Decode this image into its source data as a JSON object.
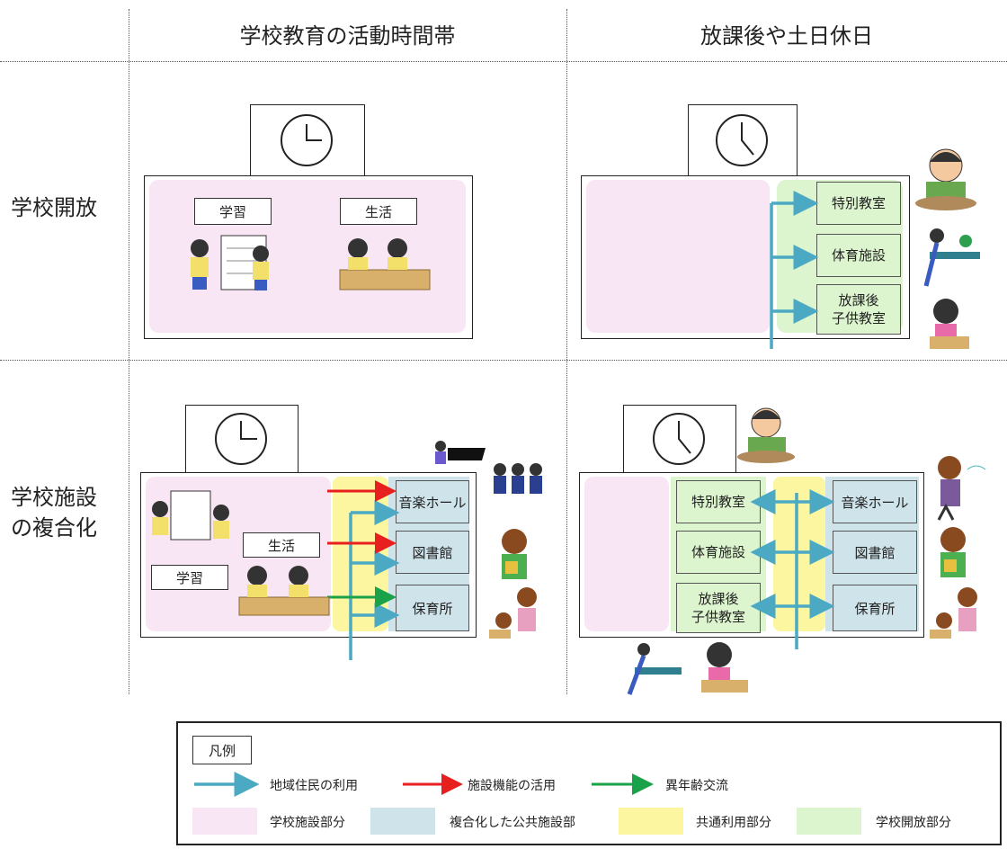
{
  "headers": {
    "school_hours": "学校教育の活動時間帯",
    "after_school": "放課後や土日休日"
  },
  "rows": {
    "open": "学校開放",
    "complex_line1": "学校施設",
    "complex_line2": "の複合化"
  },
  "labels": {
    "study": "学習",
    "life": "生活",
    "special_classroom": "特別教室",
    "sports_facility": "体育施設",
    "after_school_line1": "放課後",
    "after_school_line2": "子供教室",
    "music_hall": "音楽ホール",
    "library": "図書館",
    "nursery": "保育所"
  },
  "legend": {
    "title": "凡例",
    "arrow_local": "地域住民の利用",
    "arrow_facility": "施設機能の活用",
    "arrow_intergen": "異年齢交流",
    "zone_school": "学校施設部分",
    "zone_public": "複合化した公共施設部",
    "zone_common": "共通利用部分",
    "zone_open": "学校開放部分"
  },
  "colors": {
    "arrow_local": "#4ba9c4",
    "arrow_facility": "#e81f1f",
    "arrow_intergen": "#1aa24a",
    "zone_school": "#f8e6f5",
    "zone_public": "#cfe3ea",
    "zone_common": "#fbf69f",
    "zone_open": "#ddf5cf"
  },
  "icons": [
    "clock-icon",
    "children-study-illustration",
    "children-lunch-illustration",
    "pottery-person-illustration",
    "table-tennis-illustration",
    "reading-child-illustration",
    "pianist-illustration",
    "choir-illustration",
    "teacher-illustration",
    "nursery-illustration",
    "violinist-illustration"
  ]
}
